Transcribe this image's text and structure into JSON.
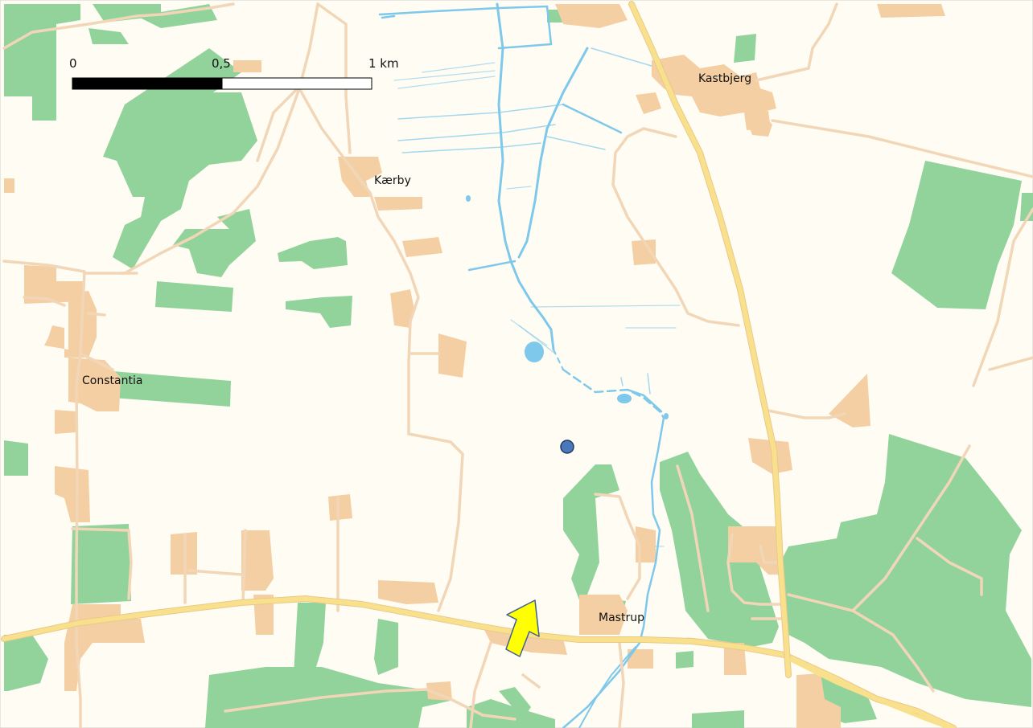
{
  "map": {
    "places": {
      "kastbjerg": "Kastbjerg",
      "kaerby": "Kærby",
      "constantia": "Constantia",
      "mastrup": "Mastrup"
    },
    "scale_bar": {
      "tick_0": "0",
      "tick_half": "0,5",
      "tick_1": "1 km"
    },
    "marker": {
      "type": "location-point",
      "color": "#4a78b8"
    },
    "arrow": {
      "type": "pointer-arrow",
      "color": "#ffff00"
    }
  },
  "colors": {
    "background": "#fffdf3",
    "forest": "#92d39c",
    "built_up": "#f5cfa4",
    "water": "#7ec8ec",
    "main_road": "#f9e08c",
    "minor_road": "#f2d6b8"
  }
}
